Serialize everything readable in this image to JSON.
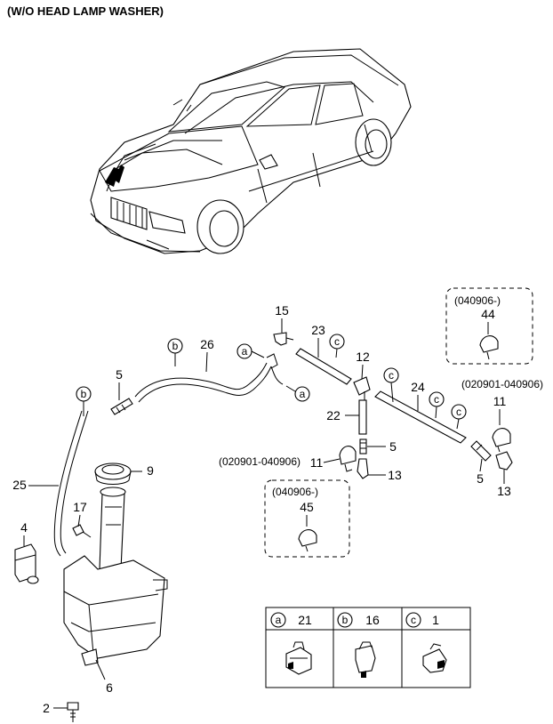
{
  "title": "(W/O HEAD LAMP WASHER)",
  "callouts": {
    "n15": "15",
    "n26": "26",
    "n23": "23",
    "n5a": "5",
    "n12": "12",
    "n24": "24",
    "n22": "22",
    "n5b": "5",
    "n11a": "11",
    "n13a": "13",
    "n11b": "11",
    "n5c": "5",
    "n13b": "13",
    "n9": "9",
    "n25": "25",
    "n17": "17",
    "n4": "4",
    "n6": "6",
    "n2": "2",
    "n44": "44",
    "n45": "45"
  },
  "letters": {
    "a": "a",
    "b": "b",
    "c": "c"
  },
  "date_notes": {
    "box44": "(040906-)",
    "box45": "(040906-)",
    "right": "(020901-040906)",
    "left": "(020901-040906)"
  },
  "legend": [
    {
      "letter": "a",
      "number": "21"
    },
    {
      "letter": "b",
      "number": "16"
    },
    {
      "letter": "c",
      "number": "1"
    }
  ]
}
